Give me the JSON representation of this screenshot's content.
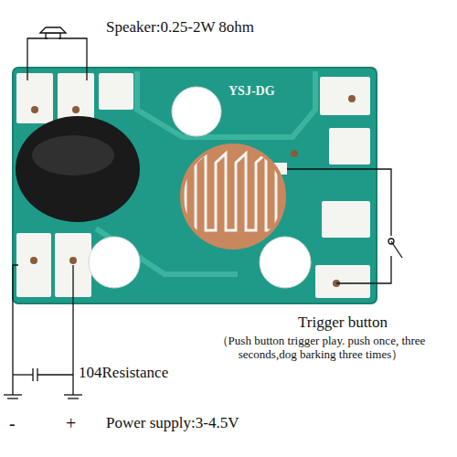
{
  "diagram": {
    "labels": [
      "Speaker:0.25-2W 8ohm",
      "YSJ-DG",
      "Trigger button",
      "（Push button trigger play. push once, three seconds,dog barking three times）",
      "104Resistance",
      "-",
      "+",
      "Power supply:3-4.5V"
    ]
  }
}
